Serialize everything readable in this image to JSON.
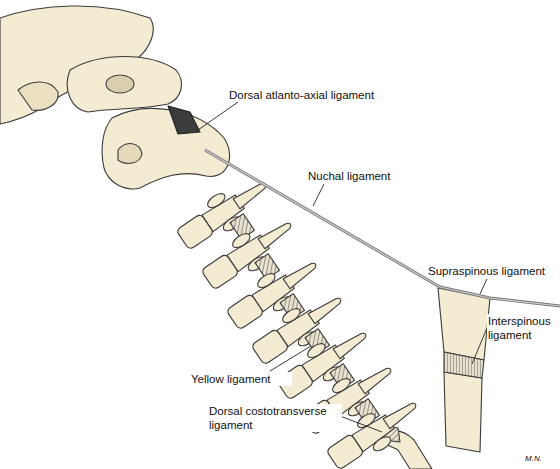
{
  "diagram": {
    "labels": [
      "Dorsal atlanto-axial ligament",
      "Nuchal ligament",
      "Supraspinous ligament",
      "Interspinous ligament",
      "Yellow ligament",
      "Dorsal costotransverse ligament",
      "M.N."
    ]
  }
}
